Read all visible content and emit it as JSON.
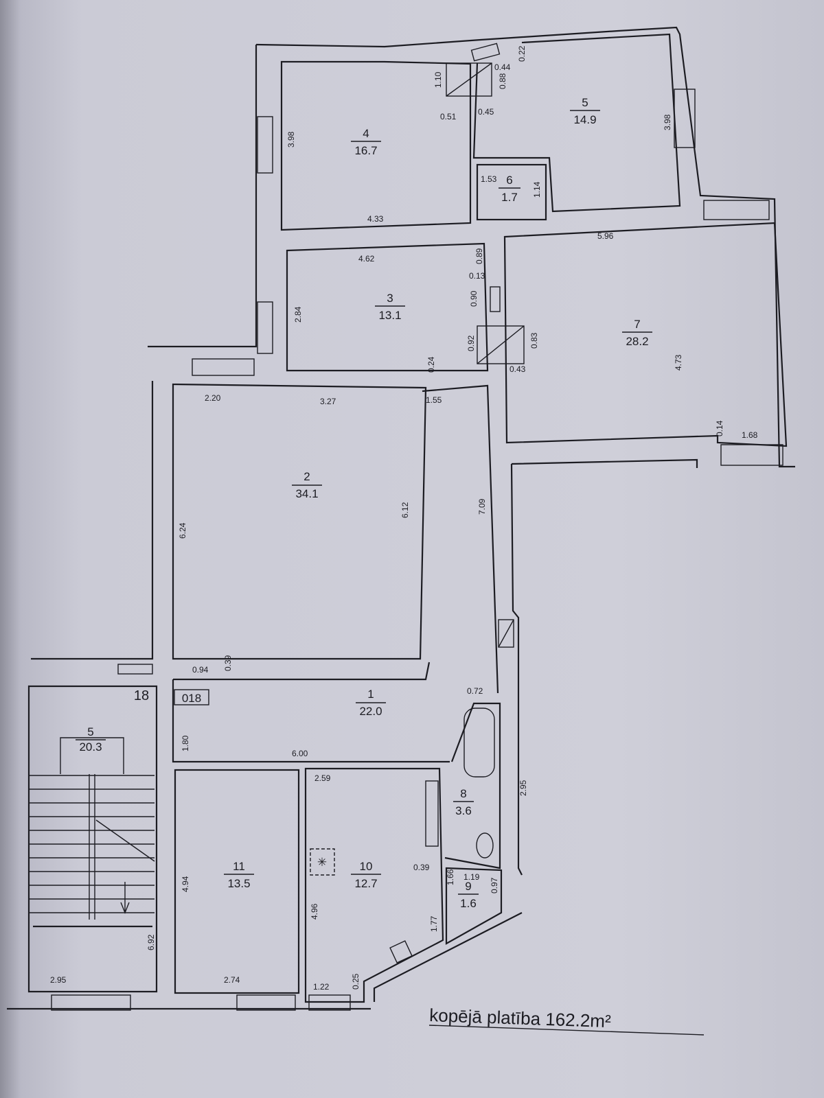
{
  "rooms": [
    {
      "number": "1",
      "area": "22.0"
    },
    {
      "number": "2",
      "area": "34.1"
    },
    {
      "number": "3",
      "area": "13.1"
    },
    {
      "number": "4",
      "area": "16.7"
    },
    {
      "number": "5",
      "area": "14.9"
    },
    {
      "number": "6",
      "area": "1.7"
    },
    {
      "number": "7",
      "area": "28.2"
    },
    {
      "number": "8",
      "area": "3.6"
    },
    {
      "number": "9",
      "area": "1.6"
    },
    {
      "number": "10",
      "area": "12.7"
    },
    {
      "number": "11",
      "area": "13.5"
    },
    {
      "number": "5",
      "area": "20.3"
    }
  ],
  "labels": {
    "stair_number": "18",
    "apartment_code": "018"
  },
  "dimensions": [
    "3.98",
    "4.33",
    "1.10",
    "0.51",
    "0.45",
    "0.44",
    "0.88",
    "0.22",
    "3.98",
    "1.53",
    "1.14",
    "4.62",
    "0.89",
    "0.13",
    "0.90",
    "2.84",
    "0.92",
    "0.83",
    "0.43",
    "0.24",
    "5.96",
    "4.73",
    "0.14",
    "1.68",
    "2.20",
    "3.27",
    "1.55",
    "6.24",
    "6.12",
    "7.09",
    "0.94",
    "0.39",
    "0.72",
    "1.80",
    "6.00",
    "2.59",
    "2.95",
    "4.94",
    "4.96",
    "0.39",
    "1.66",
    "1.19",
    "0.97",
    "1.77",
    "0.25",
    "1.22",
    "2.74",
    "6.92",
    "2.95"
  ],
  "total_area": "kopējā  platība 162.2m²"
}
